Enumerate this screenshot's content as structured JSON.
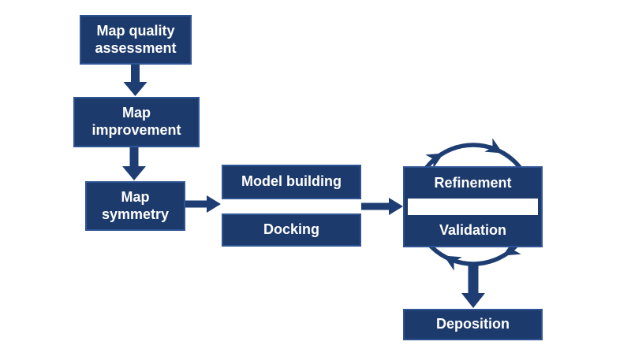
{
  "diagram": {
    "colors": {
      "background": "#ffffff",
      "box_fill": "#1d3a6c",
      "box_border": "#2e5493",
      "arrow": "#1e3d72",
      "text": "#ffffff"
    },
    "nodes": [
      {
        "id": "map-quality-assessment",
        "label": "Map quality\nassessment"
      },
      {
        "id": "map-improvement",
        "label": "Map\nimprovement"
      },
      {
        "id": "map-symmetry",
        "label": "Map\nsymmetry"
      },
      {
        "id": "model-building",
        "label": "Model building"
      },
      {
        "id": "docking",
        "label": "Docking"
      },
      {
        "id": "refinement",
        "label": "Refinement"
      },
      {
        "id": "validation",
        "label": "Validation"
      },
      {
        "id": "deposition",
        "label": "Deposition"
      }
    ],
    "edges": [
      {
        "from": "map-quality-assessment",
        "to": "map-improvement",
        "type": "arrow-down"
      },
      {
        "from": "map-improvement",
        "to": "map-symmetry",
        "type": "arrow-down"
      },
      {
        "from": "map-symmetry",
        "to": "model-building/docking",
        "type": "arrow-right"
      },
      {
        "from": "model-building/docking",
        "to": "refinement/validation",
        "type": "arrow-right"
      },
      {
        "from": "refinement",
        "to": "validation",
        "type": "cycle-clockwise"
      },
      {
        "from": "refinement/validation",
        "to": "deposition",
        "type": "arrow-down"
      }
    ]
  }
}
